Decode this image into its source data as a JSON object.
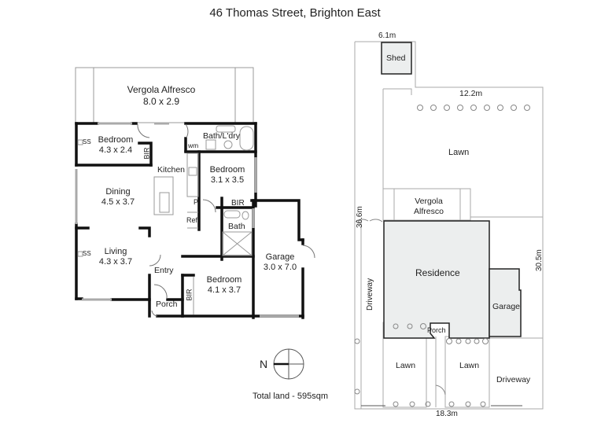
{
  "title": "46 Thomas Street, Brighton East",
  "floor_plan": {
    "rooms": [
      {
        "id": "vergola",
        "name": "Vergola Alfresco",
        "dims": "8.0 x 2.9"
      },
      {
        "id": "bedroom1",
        "name": "Bedroom",
        "dims": "4.3 x 2.4"
      },
      {
        "id": "bathlaundry",
        "name": "Bath/L'dry"
      },
      {
        "id": "kitchen",
        "name": "Kitchen"
      },
      {
        "id": "bedroom2",
        "name": "Bedroom",
        "dims": "3.1 x 3.5"
      },
      {
        "id": "dining",
        "name": "Dining",
        "dims": "4.5 x 3.7"
      },
      {
        "id": "living",
        "name": "Living",
        "dims": "4.3 x 3.7"
      },
      {
        "id": "bath",
        "name": "Bath"
      },
      {
        "id": "garage",
        "name": "Garage",
        "dims": "3.0 x 7.0"
      },
      {
        "id": "entry",
        "name": "Entry"
      },
      {
        "id": "bedroom3",
        "name": "Bedroom",
        "dims": "4.1 x 3.7"
      },
      {
        "id": "porch",
        "name": "Porch"
      }
    ],
    "fixtures": {
      "bir": "BIR",
      "wm": "wm",
      "ref": "Ref",
      "pantry": "P",
      "ss": "SS"
    }
  },
  "site_plan": {
    "labels": {
      "shed": "Shed",
      "lawn": "Lawn",
      "vergola": "Vergola\nAlfresco",
      "vergola_l1": "Vergola",
      "vergola_l2": "Alfresco",
      "residence": "Residence",
      "garage": "Garage",
      "driveway": "Driveway",
      "porch": "Porch"
    },
    "dimensions": {
      "top": "6.1m",
      "rear": "12.2m",
      "left": "36.6m",
      "right": "30.5m",
      "front": "18.3m"
    }
  },
  "compass": {
    "label": "N"
  },
  "total_land": "Total land - 595sqm"
}
